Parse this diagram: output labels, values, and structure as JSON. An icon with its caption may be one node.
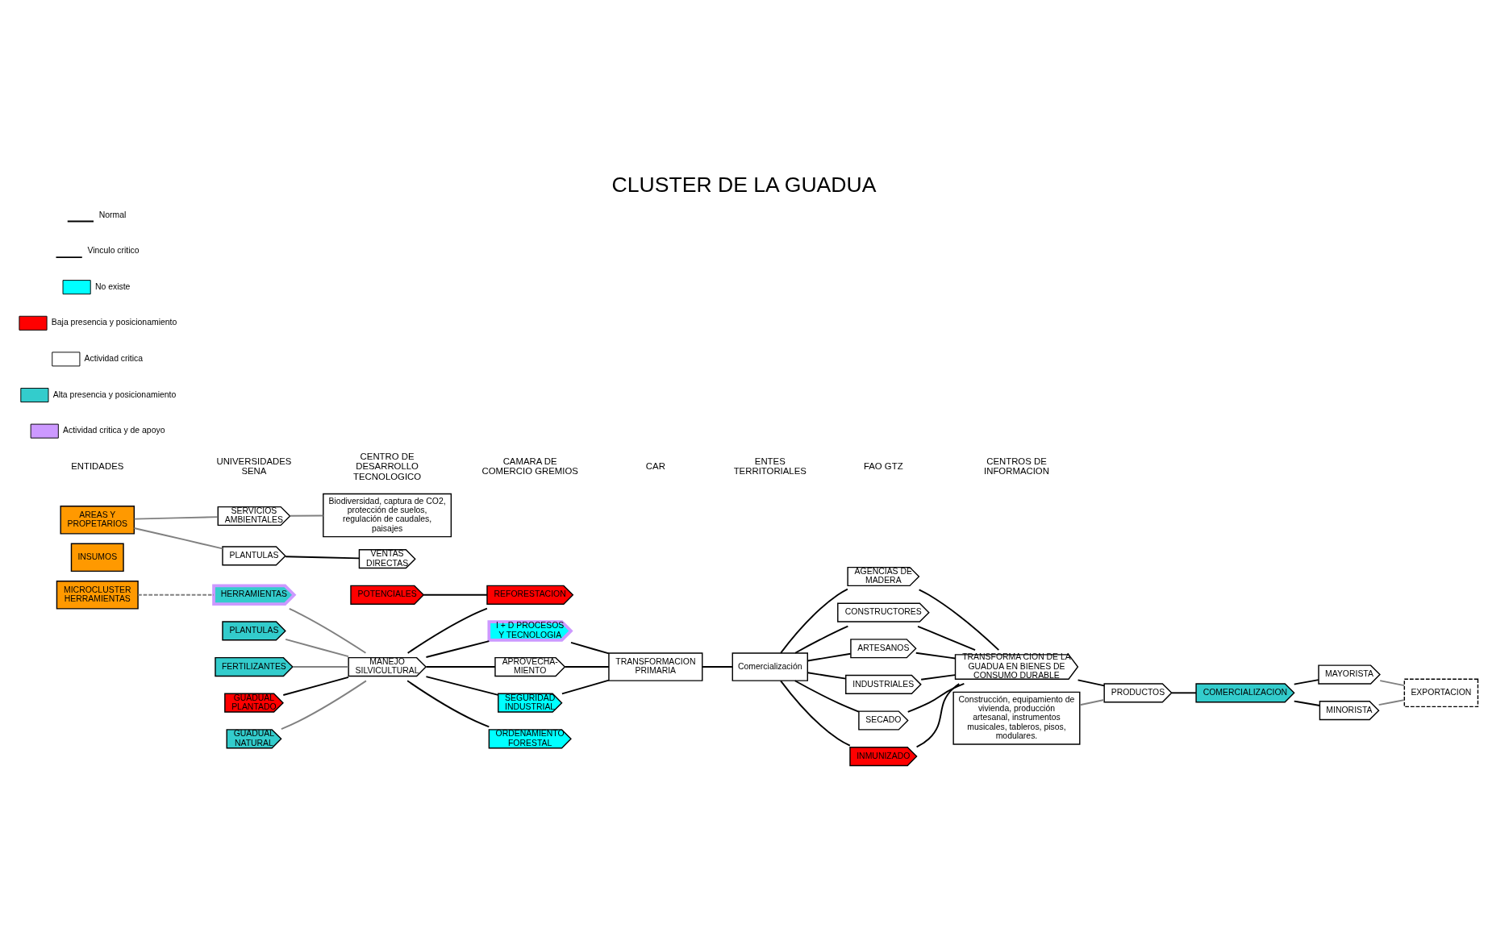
{
  "diagram": {
    "title": "CLUSTER DE LA GUADUA",
    "nodes": [
      {
        "text": [
          "MICROCLUSTER HERRAMIENTAS"
        ]
      },
      {
        "text": [
          "INSUMOS"
        ]
      },
      {
        "text": [
          "PLANTULAS"
        ]
      },
      {
        "text": [
          "FERTILIZANTES"
        ]
      },
      {
        "text": [
          "HERRAMIENTAS"
        ]
      },
      {
        "text": [
          "AREAS Y PROPETARIOS"
        ]
      },
      {
        "text": [
          "GUADUAL PLANTADO"
        ]
      },
      {
        "text": [
          "GUADUAL NATURAL"
        ]
      },
      {
        "text": [
          "POTENCIALES"
        ]
      },
      {
        "text": [
          "MANEJO SILVICULTURAL"
        ]
      },
      {
        "text": [
          "REFORESTACION"
        ]
      },
      {
        "text": [
          "I + D PROCESOS Y TECNOLOGIA"
        ]
      },
      {
        "text": [
          "APROVECHA- MIENTO"
        ]
      },
      {
        "text": [
          "SEGURIDAD INDUSTRIAL"
        ]
      },
      {
        "text": [
          "ORDENAMIENTO FORESTAL"
        ]
      },
      {
        "text": [
          "TRANSFORMACION PRIMARIA"
        ]
      },
      {
        "text": [
          "Comercialización"
        ]
      },
      {
        "text": [
          "AGENCIAS DE MADERA"
        ]
      },
      {
        "text": [
          "CONSTRUCTORES"
        ]
      },
      {
        "text": [
          "ARTESANOS"
        ]
      },
      {
        "text": [
          "INDUSTRIALES"
        ]
      },
      {
        "text": [
          "SECADO"
        ]
      },
      {
        "text": [
          "INMUNIZADO"
        ]
      },
      {
        "text": [
          "TRANSFORMA CION DE LA GUADUA EN BIENES DE CONSUMO DURABLE"
        ]
      },
      {
        "text": [
          "Construcción, equipamiento de vivienda, producción artesanal, instrumentos musicales, tableros, pisos, modulares."
        ]
      },
      {
        "text": [
          "PRODUCTOS"
        ]
      },
      {
        "text": [
          "COMERCIALIZACION"
        ]
      },
      {
        "text": [
          "EXPORTACION"
        ]
      },
      {
        "text": [
          "MAYORISTA"
        ]
      },
      {
        "text": [
          "MINORISTA"
        ]
      },
      {
        "text": [
          "SERVICIOS AMBIENTALES"
        ]
      },
      {
        "text": [
          "Biodiversidad, captura de CO2, protección de suelos, regulación de caudales, paisajes"
        ]
      },
      {
        "text": [
          "PLANTULAS"
        ]
      },
      {
        "text": [
          "VENTAS DIRECTAS"
        ]
      }
    ],
    "edges": [
      {
        "from": 0,
        "to": 4,
        "arrow": "none",
        "style": "dashed",
        "color": "#808080"
      },
      {
        "from": 2,
        "to": 9,
        "arrow": "none",
        "color": "#808080"
      },
      {
        "from": 3,
        "to": 9,
        "arrow": "none",
        "color": "#808080"
      },
      {
        "from": 4,
        "to": 9,
        "arrow": "none",
        "color": "#808080"
      },
      {
        "from": 6,
        "to": 9,
        "arrow": "none"
      },
      {
        "from": 7,
        "to": 9,
        "arrow": "none",
        "color": "#808080"
      },
      {
        "from": 8,
        "to": 10,
        "arrow": "none"
      },
      {
        "from": 9,
        "to": 10,
        "arrow": "none"
      },
      {
        "from": 9,
        "to": 11,
        "arrow": "none"
      },
      {
        "from": 9,
        "to": 12,
        "arrow": "none"
      },
      {
        "from": 9,
        "to": 13,
        "arrow": "none"
      },
      {
        "from": 9,
        "to": 14,
        "arrow": "none"
      },
      {
        "from": 11,
        "to": 15,
        "arrow": "none"
      },
      {
        "from": 12,
        "to": 15,
        "arrow": "none"
      },
      {
        "from": 13,
        "to": 15,
        "arrow": "none"
      },
      {
        "from": 15,
        "to": 16,
        "arrow": "none"
      },
      {
        "from": 16,
        "to": 17,
        "arrow": "none"
      },
      {
        "from": 16,
        "to": 18,
        "arrow": "none"
      },
      {
        "from": 16,
        "to": 19,
        "arrow": "none"
      },
      {
        "from": 16,
        "to": 20,
        "arrow": "none"
      },
      {
        "from": 16,
        "to": 21,
        "arrow": "none"
      },
      {
        "from": 16,
        "to": 22,
        "arrow": "none"
      },
      {
        "from": 17,
        "to": 23,
        "arrow": "none"
      },
      {
        "from": 18,
        "to": 23,
        "arrow": "none"
      },
      {
        "from": 19,
        "to": 23,
        "arrow": "none"
      },
      {
        "from": 20,
        "to": 23,
        "arrow": "none"
      },
      {
        "from": 21,
        "to": 23,
        "arrow": "none"
      },
      {
        "from": 22,
        "to": 23,
        "arrow": "none"
      },
      {
        "from": 23,
        "to": 25,
        "arrow": "none"
      },
      {
        "from": 24,
        "to": 25,
        "arrow": "none",
        "color": "#808080"
      },
      {
        "from": 25,
        "to": 26,
        "arrow": "none"
      },
      {
        "from": 26,
        "to": 28,
        "arrow": "none"
      },
      {
        "from": 26,
        "to": 29,
        "arrow": "none"
      },
      {
        "from": 28,
        "to": 27,
        "arrow": "none",
        "color": "#808080"
      },
      {
        "from": 29,
        "to": 27,
        "arrow": "none",
        "color": "#808080"
      },
      {
        "from": 5,
        "to": 30,
        "arrow": "none",
        "color": "#808080"
      },
      {
        "from": 5,
        "to": 32,
        "arrow": "none",
        "color": "#808080"
      },
      {
        "from": 30,
        "to": 31,
        "arrow": "none",
        "color": "#808080"
      },
      {
        "from": 32,
        "to": 33,
        "arrow": "none"
      }
    ],
    "labels": [
      "ENTIDADES",
      "UNIVERSIDADES SENA",
      "CENTRO DE DESARROLLO TECNOLOGICO",
      "CAMARA DE COMERCIO GREMIOS",
      "CAR",
      "ENTES TERRITORIALES",
      "FAO GTZ",
      "CENTROS DE INFORMACION"
    ],
    "legend": [
      {
        "text": "Normal"
      },
      {
        "text": "Vinculo critico"
      },
      {
        "text": "No existe",
        "color": "#00ffff"
      },
      {
        "text": "Baja presencia y posicionamiento",
        "color": "#ff0000"
      },
      {
        "text": "Actividad critica",
        "color": "#ffffff"
      },
      {
        "text": "Alta presencia y posicionamiento",
        "color": "#33cccc"
      },
      {
        "text": "Actividad critica y de apoyo",
        "color": "#cc99ff"
      }
    ]
  }
}
